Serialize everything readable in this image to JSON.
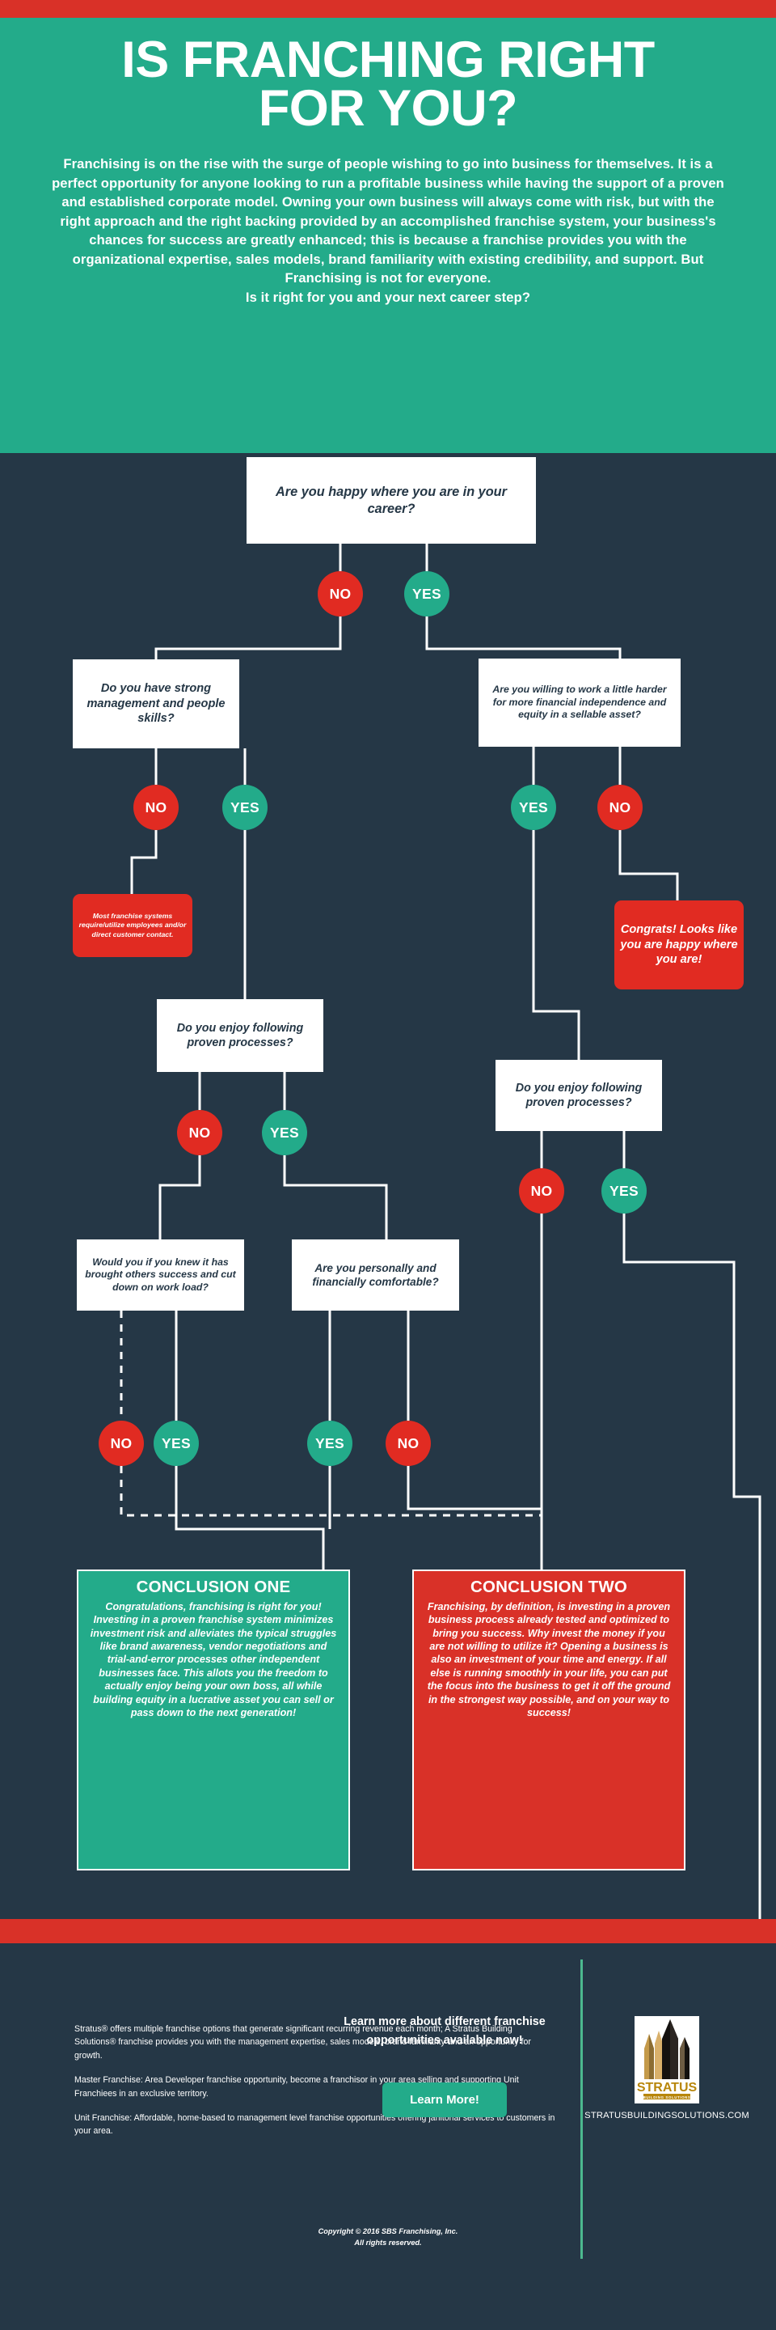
{
  "hero": {
    "title_line1": "IS FRANCHING RIGHT",
    "title_line2": "FOR YOU?",
    "paragraph": "Franchising is on the rise with the surge of people wishing to go into business for themselves.  It is a perfect opportunity for anyone looking to run a profitable business while having the support of a proven and established  corporate model. Owning your own business will always come with risk, but with the right approach and the right backing provided by an accomplished  franchise system, your business's chances for success are greatly enhanced; this is because a franchise provides you with the organizational expertise, sales models, brand familiarity with existing credibility, and support. But Franchising is not for everyone.",
    "closing_line": "Is it right for you and your next career step?"
  },
  "flow": {
    "q1": "Are you happy where you are in your career?",
    "q2": "Do you have strong management and people skills?",
    "q3": "Are you willing to work a little harder for more financial independence and equity in a sellable asset?",
    "q4": "Do you enjoy following proven processes?",
    "q5": "Do you enjoy following proven processes?",
    "q6": "Would you if you knew it has brought others success and cut down on work load?",
    "q7": "Are you personally and financially comfortable?",
    "tip_red": "Most franchise systems require/utilize employees and/or direct customer contact.",
    "tip_congrats": "Congrats! Looks like you are happy where you are!",
    "badges": {
      "no": "NO",
      "yes": "YES"
    },
    "conclusion_one": {
      "title": "CONCLUSION ONE",
      "body": "Congratulations, franchising is right for you! Investing in a proven franchise system minimizes investment risk and alleviates the typical struggles like brand awareness, vendor negotiations and trial-and-error processes other independent businesses face. This allots you the freedom to actually enjoy being your own boss, all while building equity in a lucrative asset you can sell or pass down to the next generation!"
    },
    "conclusion_two": {
      "title": "CONCLUSION TWO",
      "body": "Franchising, by definition, is investing in a proven business process already tested and optimized to bring you success.  Why invest the money if you are not willing to utilize it? Opening a business is also an investment of your time and energy. If all else is running smoothly in your life, you can put the focus into the business to get it off the ground in the strongest way possible, and on your way to success!"
    }
  },
  "footer": {
    "para1": "Stratus® offers multiple franchise options that generate significant recurring revenue each month; A Stratus Building Solutions® franchise provides you with the management expertise, sales models, brand familiarity and an opportunity for growth.",
    "para2": "Master Franchise: Area Developer franchise opportunity, become a franchisor in your area selling and supporting Unit Franchiees in an exclusive territory.",
    "para3": "Unit Franchise: Affordable, home-based to management level franchise opportunities offering janitorial services to customers in your area.",
    "cta_text": "Learn more about different franchise opportunities available now!",
    "cta_button": "Learn More!",
    "logo_name": "STRATUS",
    "logo_sub": "BUILDING SOLUTIONS",
    "website": "STRATUSBUILDINGSOLUTIONS.COM",
    "copyright_line1": "Copyright © 2016 SBS Franchising,  Inc.",
    "copyright_line2": "All rights reserved."
  },
  "colors": {
    "red": "#d93128",
    "badge_red": "#e12b22",
    "green": "#23ab8a",
    "navy": "#253746",
    "white": "#ffffff"
  }
}
